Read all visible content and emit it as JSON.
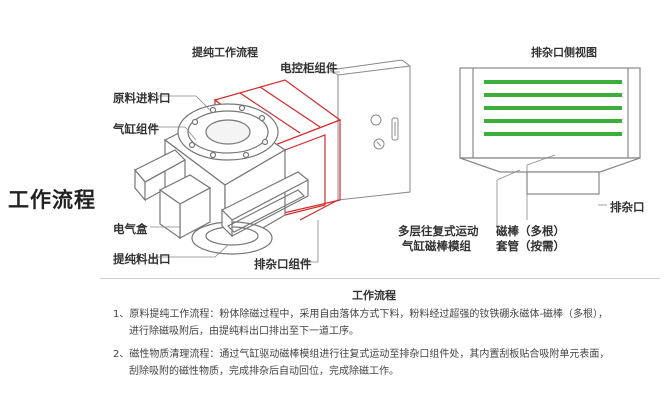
{
  "page": {
    "side_title": "工作流程"
  },
  "diagram": {
    "main_title": "提纯工作流程",
    "side_view_title": "排杂口侧视图",
    "labels": {
      "control_cabinet": "电控柜组件",
      "raw_inlet": "原料进料口",
      "cylinder": "气缸组件",
      "electric_box": "电气盒",
      "pure_outlet": "提纯料出口",
      "impurity_outlet_assembly": "排杂口组件",
      "impurity_outlet": "排杂口",
      "multi_layer_1": "多层往复式运动",
      "multi_layer_2": "气缸磁棒模组",
      "magnet_rod_1": "磁棒（多根）",
      "magnet_rod_2": "套管（按需）"
    },
    "colors": {
      "accent_red": "#d22b2b",
      "magnet_green": "#3cae3c",
      "line_gray": "#888888"
    }
  },
  "workflow": {
    "title": "工作流程",
    "items": [
      {
        "line1": "1、原料提纯工作流程：粉体除磁过程中，采用自由落体方式下料，粉料经过超强的钕铁硼永磁体-磁棒（多根），",
        "line2": "进行除磁吸附后，由提纯料出口排出至下一道工序。"
      },
      {
        "line1": "2、磁性物质清理流程：通过气缸驱动磁棒模组进行往复式运动至排杂口组件处，其内置刮板贴合吸附单元表面，",
        "line2": "刮除吸附的磁性物质，完成排杂后自动回位，完成除磁工作。"
      }
    ]
  }
}
